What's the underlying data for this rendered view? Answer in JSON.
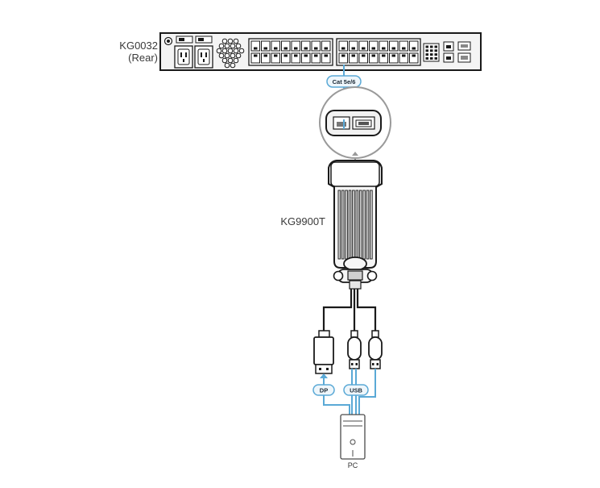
{
  "devices": {
    "kvm_switch": {
      "model": "KG0032",
      "position": "(Rear)"
    },
    "adapter": {
      "model": "KG9900T"
    },
    "computer": {
      "label": "PC"
    }
  },
  "connections": {
    "lan_cable": "Cat 5e/6",
    "video": "DP",
    "usb": "USB"
  },
  "colors": {
    "cable_blue": "#5aa9d6",
    "pill_fill": "#eef6fb",
    "outline": "#1a1a1a",
    "body_gray": "#d9d9d9"
  }
}
